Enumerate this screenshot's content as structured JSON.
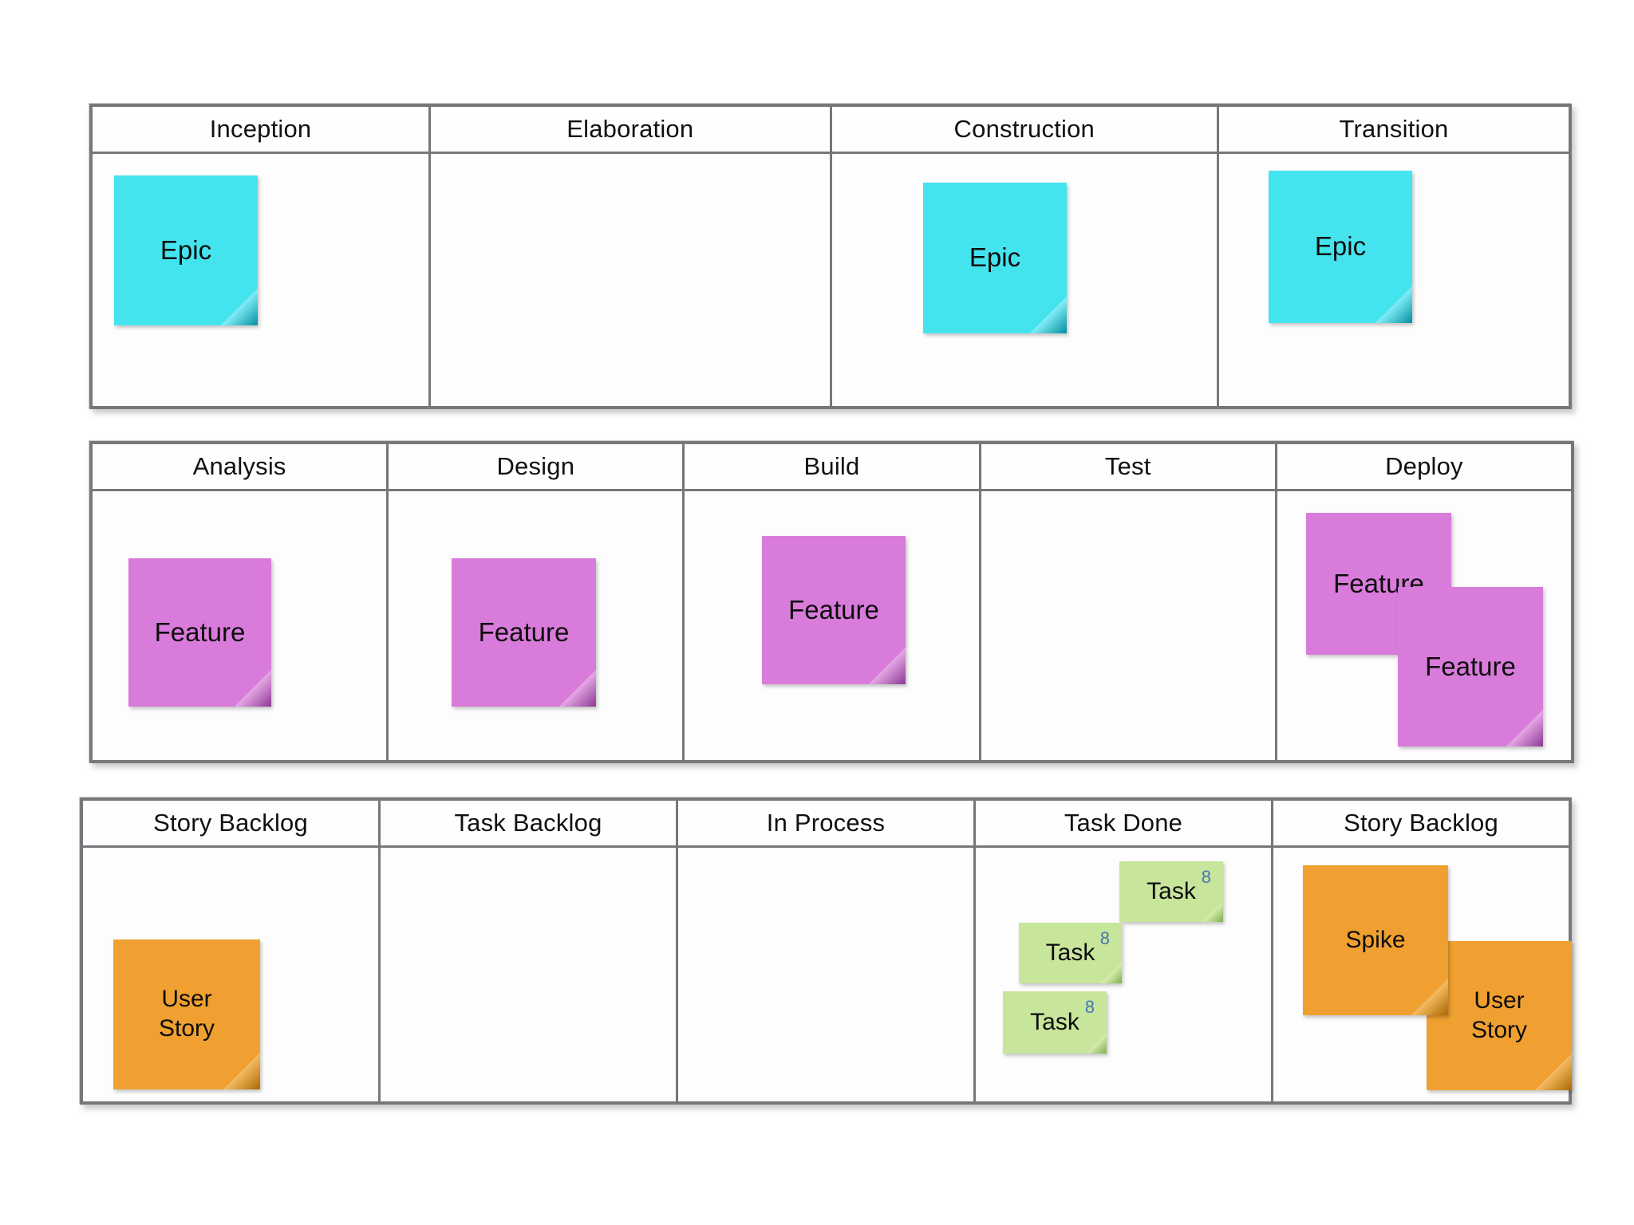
{
  "boards": [
    {
      "id": "lifecycle-phases",
      "columns": [
        "Inception",
        "Elaboration",
        "Construction",
        "Transition"
      ]
    },
    {
      "id": "process-steps",
      "columns": [
        "Analysis",
        "Design",
        "Build",
        "Test",
        "Deploy"
      ]
    },
    {
      "id": "kanban-board",
      "columns": [
        "Story Backlog",
        "Task Backlog",
        "In Process",
        "Task Done",
        "Story Backlog"
      ]
    }
  ],
  "notes": [
    {
      "id": "epic-inception",
      "label": "Epic",
      "type": "epic",
      "board": "lifecycle-phases",
      "column": "Inception"
    },
    {
      "id": "epic-construction",
      "label": "Epic",
      "type": "epic",
      "board": "lifecycle-phases",
      "column": "Construction"
    },
    {
      "id": "epic-transition",
      "label": "Epic",
      "type": "epic",
      "board": "lifecycle-phases",
      "column": "Transition"
    },
    {
      "id": "feature-analysis",
      "label": "Feature",
      "type": "feature",
      "board": "process-steps",
      "column": "Analysis"
    },
    {
      "id": "feature-design",
      "label": "Feature",
      "type": "feature",
      "board": "process-steps",
      "column": "Design"
    },
    {
      "id": "feature-build",
      "label": "Feature",
      "type": "feature",
      "board": "process-steps",
      "column": "Build"
    },
    {
      "id": "feature-deploy-back",
      "label": "Feature",
      "type": "feature",
      "board": "process-steps",
      "column": "Deploy"
    },
    {
      "id": "feature-deploy-front",
      "label": "Feature",
      "type": "feature",
      "board": "process-steps",
      "column": "Deploy"
    },
    {
      "id": "user-story-backlog",
      "label": "User Story",
      "type": "story",
      "board": "kanban-board",
      "column": "Story Backlog"
    },
    {
      "id": "task-done-1",
      "label": "Task",
      "badge": "8",
      "type": "task",
      "board": "kanban-board",
      "column": "Task Done"
    },
    {
      "id": "task-done-2",
      "label": "Task",
      "badge": "8",
      "type": "task",
      "board": "kanban-board",
      "column": "Task Done"
    },
    {
      "id": "task-done-3",
      "label": "Task",
      "badge": "8",
      "type": "task",
      "board": "kanban-board",
      "column": "Task Done"
    },
    {
      "id": "spike-backlog",
      "label": "Spike",
      "type": "story",
      "board": "kanban-board",
      "column": "Story Backlog"
    },
    {
      "id": "user-story-backlog-2",
      "label": "User Story",
      "type": "story",
      "board": "kanban-board",
      "column": "Story Backlog"
    }
  ],
  "colors": {
    "epic_note": "#44E4EF",
    "feature_note": "#D97BDB",
    "story_note": "#F0A030",
    "task_note": "#C8E59C",
    "task_badge_text": "#4676B5",
    "board_border": "#77787C",
    "text": "#111111",
    "background": "#FFFFFF"
  }
}
